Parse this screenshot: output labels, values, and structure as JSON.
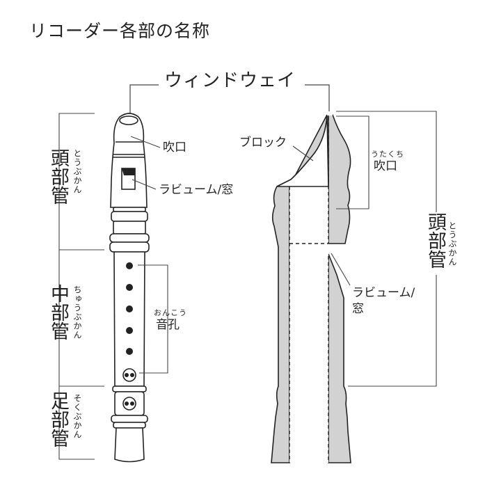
{
  "title": "リコーダー各部の名称",
  "windway": "ウィンドウェイ",
  "left_sections": {
    "head": {
      "label": "頭部管",
      "ruby": "とうぶかん"
    },
    "middle": {
      "label": "中部管",
      "ruby": "ちゅうぶかん"
    },
    "foot": {
      "label": "足部管",
      "ruby": "そくぶかん"
    }
  },
  "left_labels": {
    "mouthpiece": "吹口",
    "labium": "ラビューム/窓",
    "tone_holes": "音孔",
    "tone_holes_ruby": "おんこう"
  },
  "right_labels": {
    "block": "ブロック",
    "mouthpiece": "吹口",
    "mouthpiece_ruby": "うたくち",
    "labium_line1": "ラビューム/",
    "labium_line2": "窓",
    "head": "頭部管",
    "head_ruby": "とうぶかん"
  },
  "colors": {
    "line": "#222222",
    "shade": "#d2d2d2",
    "bracket": "#444444"
  }
}
